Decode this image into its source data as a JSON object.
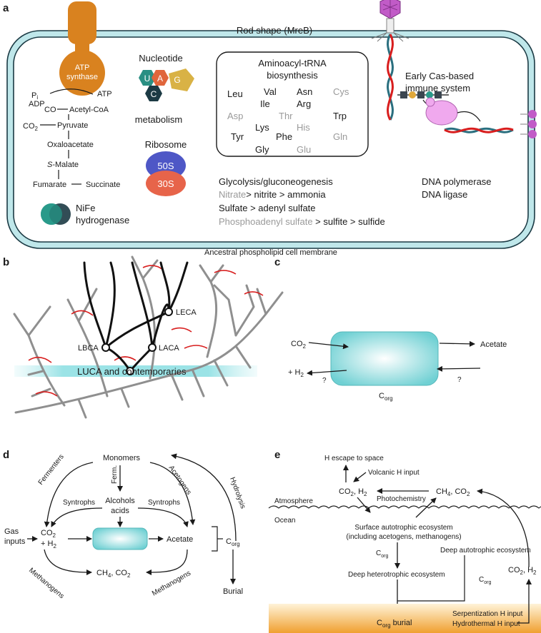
{
  "colors": {
    "membrane": "#bfe7ea",
    "membrane_stroke": "#1b3a44",
    "atp_synthase": "#d9821f",
    "cyan_box": "#7fd6d8",
    "tree_grey": "#8f8f8f",
    "red_branch": "#d81e1e",
    "sediment": "#f2a532",
    "phage": "#c15bc7"
  },
  "panel_a": {
    "label": "a",
    "rod_shape": "Rod shape (MreB)",
    "membrane": "Ancestral phospholipid cell membrane",
    "atp_synthase": [
      "ATP",
      "synthase"
    ],
    "pi": "P",
    "pi_sub": "i",
    "adp": "ADP",
    "atp": "ATP",
    "metabolites": {
      "co": "CO",
      "acetyl_coa": "Acetyl-CoA",
      "co2": "CO",
      "co2_sub": "2",
      "pyruvate": "Pyruvate",
      "oxaloacetate": "Oxaloacetate",
      "s_prefix": "S",
      "malate": "-Malate",
      "fumarate": "Fumarate",
      "succinate": "Succinate"
    },
    "nucleotide": "Nucleotide",
    "metabolism": "metabolism",
    "bases": [
      "U",
      "A",
      "C",
      "G"
    ],
    "ribosome": "Ribosome",
    "ribo_50s": "50S",
    "ribo_30s": "30S",
    "nife": [
      "NiFe",
      "hydrogenase"
    ],
    "trna_title": [
      "Aminoacyl-tRNA",
      "biosynthesis"
    ],
    "amino_acids": [
      "Leu",
      "Val",
      "Ile",
      "Asn",
      "Arg",
      "Cys",
      "Asp",
      "Thr",
      "Trp",
      "Lys",
      "His",
      "Tyr",
      "Phe",
      "Gln",
      "Gly",
      "Glu"
    ],
    "cas": [
      "Early Cas-based",
      "immune system"
    ],
    "glycolysis": "Glycolysis/gluconeogenesis",
    "nitrate": "Nitrate",
    "nitrate_rest": "> nitrite > ammonia",
    "sulfate": "Sulfate > adenyl sulfate",
    "phospho": "Phosphoadenyl sulfate",
    "phospho_rest": " > sulfite > sulfide",
    "dna_pol": "DNA polymerase",
    "dna_lig": "DNA ligase"
  },
  "panel_b": {
    "label": "b",
    "leca": "LECA",
    "lbca": "LBCA",
    "laca": "LACA",
    "luca": "LUCA and  contemporaries"
  },
  "panel_c": {
    "label": "c",
    "co2": "CO",
    "co2_sub": "2",
    "h2": "+ H",
    "h2_sub": "2",
    "acetate": "Acetate",
    "q": "?",
    "corg": "C",
    "corg_sub": "org"
  },
  "panel_d": {
    "label": "d",
    "monomers": "Monomers",
    "fermenters": "Fermenters",
    "ferm": "Ferm.",
    "acetogens": "Acetogens",
    "hydrolysis": "Hydrolysis",
    "syntrophs": "Syntrophs",
    "alcohols": "Alcohols",
    "acids": "acids",
    "gas": "Gas",
    "inputs": "inputs",
    "co2": "CO",
    "co2_sub": "2",
    "h2": "+ H",
    "h2_sub": "2",
    "acetate": "Acetate",
    "corg": "C",
    "corg_sub": "org",
    "methanogens": "Methanogens",
    "ch4": "CH",
    "ch4_sub": "4",
    "ch4_rest": ", CO",
    "burial": "Burial"
  },
  "panel_e": {
    "label": "e",
    "h_escape": "H escape to space",
    "volcanic": "Volcanic H input",
    "co2h2": "CO",
    "h2": ", H",
    "photochemistry": "Photochemistry",
    "ch4co2": "CH",
    "co2_tail": ", CO",
    "atmosphere": "Atmosphere",
    "ocean": "Ocean",
    "surface": "Surface autotrophic ecosystem",
    "including": "(including acetogens, methanogens)",
    "deep_auto": "Deep autotrophic ecosystem",
    "deep_hetero": "Deep heterotrophic ecosystem",
    "corg": "C",
    "corg_sub": "org",
    "corg_burial": " burial",
    "serpentization": "Serpentization H input",
    "hydrothermal": "Hydrothermal H input",
    "sub2": "2",
    "sub4": "4"
  }
}
